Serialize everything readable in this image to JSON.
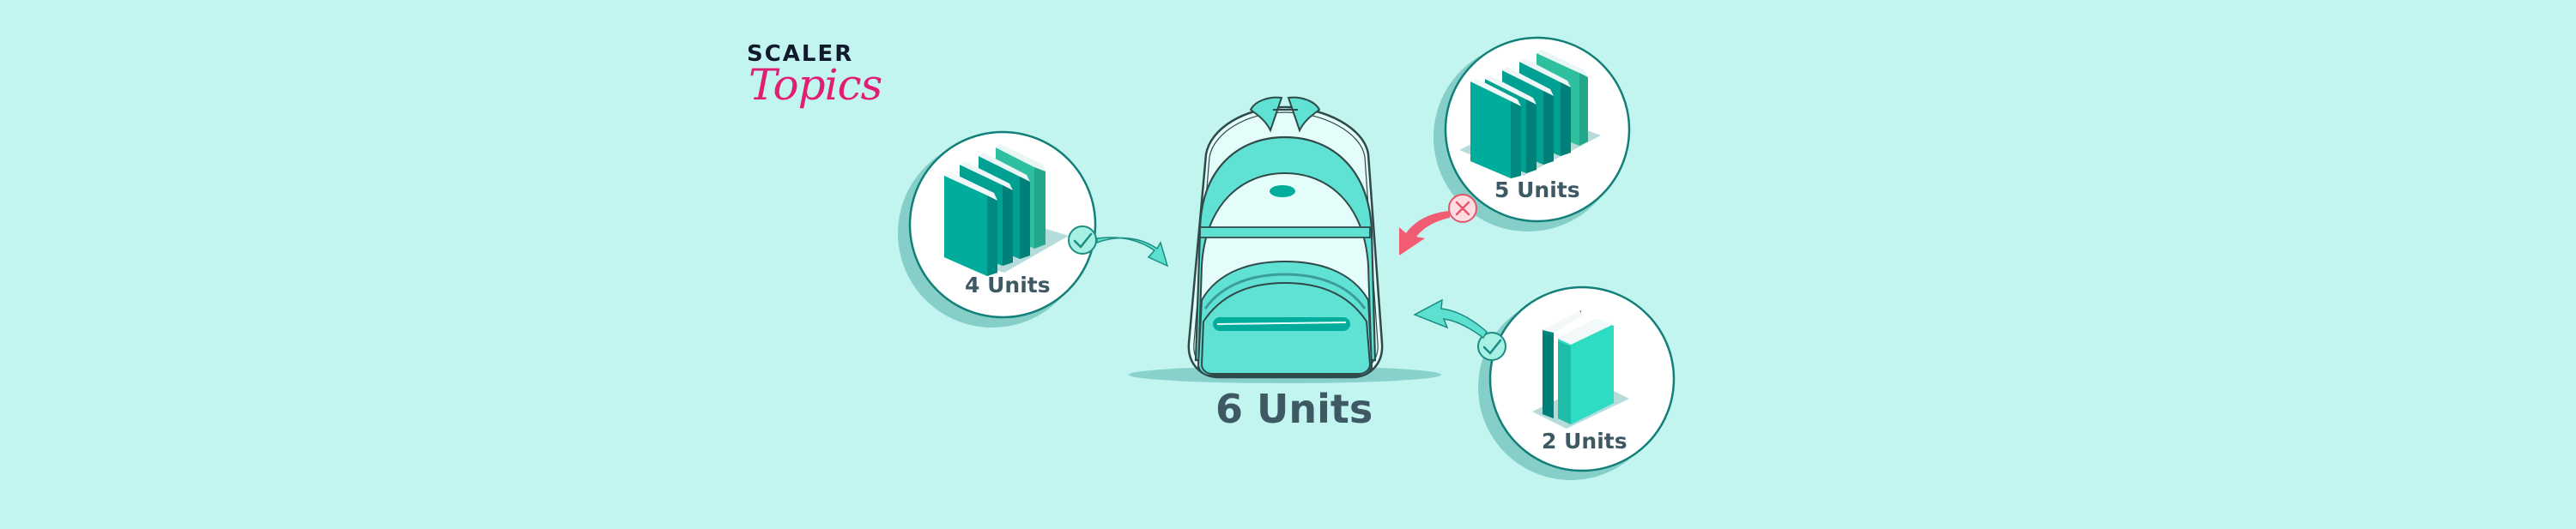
{
  "brand": {
    "line1": "SCALER",
    "line2": "Topics",
    "colors": {
      "line1": "#101a2c",
      "line2": "#e11d74"
    }
  },
  "diagram": {
    "title_hint": "Knapsack capacity illustration",
    "knapsack": {
      "icon": "backpack-icon",
      "capacity_label": "6 Units"
    },
    "items": [
      {
        "id": "item-4",
        "label": "4 Units",
        "books": 4,
        "status": "fits",
        "status_icon": "check-icon",
        "arrow_color": "#5ee0d0"
      },
      {
        "id": "item-5",
        "label": "5 Units",
        "books": 5,
        "status": "rejected",
        "status_icon": "cross-icon",
        "arrow_color": "#f25c72"
      },
      {
        "id": "item-2",
        "label": "2 Units",
        "books": 2,
        "status": "fits",
        "status_icon": "check-icon",
        "arrow_color": "#5ee0d0"
      }
    ]
  },
  "colors": {
    "background": "#C2F5F0",
    "teal_dark": "#008a80",
    "teal": "#00ac9c",
    "teal_light": "#2ddcc2",
    "bag_fill": "#5fe1d3",
    "bag_light": "#e4fdfa",
    "circle_shadow": "#86cfc9",
    "outline": "#2f4a4a",
    "reject": "#f25c72",
    "text": "#3f5964"
  }
}
